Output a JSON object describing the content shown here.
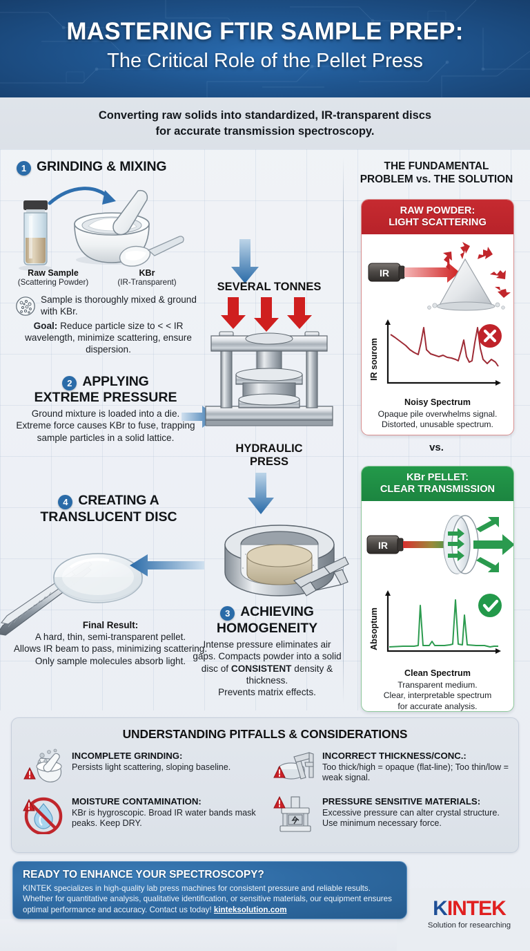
{
  "header": {
    "title_line1": "MASTERING FTIR SAMPLE PREP:",
    "title_line2": "The Critical Role of the Pellet Press"
  },
  "subtitle": {
    "line1": "Converting raw solids into standardized, IR-transparent discs",
    "line2": "for accurate transmission spectroscopy."
  },
  "steps": {
    "step1": {
      "number": "1",
      "title": "GRINDING & MIXING",
      "label_raw_sample": "Raw Sample",
      "label_raw_sample_sub": "(Scattering Powder)",
      "label_kbr": "KBr",
      "label_kbr_sub": "(IR-Transparent)",
      "note": "Sample is thoroughly mixed & ground with KBr.",
      "goal_prefix": "Goal:",
      "goal": " Reduce particle size to < < IR wavelength, minimize scattering, ensure dispersion."
    },
    "step2": {
      "number": "2",
      "title_line1": "APPLYING",
      "title_line2": "EXTREME PRESSURE",
      "body": "Ground mixture is loaded into a die.\nExtreme force causes KBr to fuse, trapping sample particles in a solid lattice."
    },
    "step3": {
      "number": "3",
      "title_line1": "ACHIEVING",
      "title_line2": "HOMOGENEITY",
      "body_a": "Intense pressure eliminates air gaps. Compacts powder into a solid disc of ",
      "body_bold": "CONSISTENT",
      "body_b": " density & thickness.",
      "body_c": "Prevents matrix effects."
    },
    "step4": {
      "number": "4",
      "title_line1": "CREATING A",
      "title_line2": "TRANSLUCENT DISC",
      "result_label": "Final Result:",
      "body_line1": "A hard, thin, semi-transparent pellet.",
      "body_line2": "Allows IR beam to pass, minimizing scattering.",
      "body_line3": "Only sample molecules absorb light."
    },
    "press": {
      "force_label": "SEVERAL TONNES",
      "machine_label_line1": "HYDRAULIC",
      "machine_label_line2": "PRESS"
    }
  },
  "comparison": {
    "heading_line1": "THE FUNDAMENTAL",
    "heading_line2": "PROBLEM vs. THE SOLUTION",
    "vs_label": "vs.",
    "problem": {
      "title_line1": "RAW POWDER:",
      "title_line2": "LIGHT SCATTERING",
      "source_label": "IR",
      "y_axis": "IR sourom",
      "chart_label": "Noisy Spectrum",
      "caption_line1": "Opaque pile overwhelms signal.",
      "caption_line2": "Distorted, unusable spectrum.",
      "status_icon": "cross-icon",
      "color": "#c0232a"
    },
    "solution": {
      "title_line1": "KBr PELLET:",
      "title_line2": "CLEAR TRANSMISSION",
      "source_label": "IR",
      "y_axis": "Absoptum",
      "chart_label": "Clean Spectrum",
      "caption_line1": "Transparent medium.",
      "caption_line2": "Clear, interpretable spectrum",
      "caption_line3": "for accurate analysis.",
      "status_icon": "check-icon",
      "color": "#1c8540"
    }
  },
  "pitfalls": {
    "heading": "UNDERSTANDING PITFALLS & CONSIDERATIONS",
    "items": [
      {
        "icon": "mortar-pestle-warning-icon",
        "title": "INCOMPLETE GRINDING:",
        "body": "Persists light scattering, sloping baseline."
      },
      {
        "icon": "caliper-disc-warning-icon",
        "title": "INCORRECT THICKNESS/CONC.:",
        "body": "Too thick/high = opaque (flat-line); Too thin/low = weak signal."
      },
      {
        "icon": "no-water-drop-icon",
        "title": "MOISTURE CONTAMINATION:",
        "body": "KBr is hygroscopic. Broad IR water bands mask peaks. Keep DRY."
      },
      {
        "icon": "press-crack-warning-icon",
        "title": "PRESSURE SENSITIVE MATERIALS:",
        "body": "Excessive pressure can alter crystal structure. Use minimum necessary force."
      }
    ]
  },
  "cta": {
    "heading": "READY TO ENHANCE YOUR SPECTROSCOPY?",
    "body": "KINTEK specializes in high-quality lab press machines for consistent pressure and reliable results. Whether for quantitative analysis, qualitative identification, or sensitive materials, our equipment ensures optimal performance and accuracy. Contact us today! ",
    "link": "kinteksolution.com"
  },
  "brand": {
    "name_k": "K",
    "name_rest": "INTEK",
    "tagline": "Solution for researching"
  },
  "chart_data": [
    {
      "type": "line",
      "title": "Noisy Spectrum",
      "xlabel": "",
      "ylabel": "IR sourom",
      "series": [
        {
          "name": "raw powder",
          "color": "#9e2b35",
          "x": [
            0,
            4,
            8,
            12,
            16,
            20,
            24,
            26,
            28,
            30,
            34,
            38,
            42,
            46,
            50,
            54,
            58,
            60,
            62,
            64,
            66,
            68,
            70,
            72,
            74,
            76,
            78,
            80,
            82,
            86,
            90,
            94,
            100
          ],
          "y": [
            76,
            72,
            66,
            60,
            56,
            52,
            48,
            62,
            88,
            58,
            52,
            50,
            48,
            50,
            47,
            46,
            44,
            42,
            58,
            78,
            50,
            40,
            42,
            70,
            96,
            62,
            44,
            34,
            30,
            38,
            34,
            28,
            24
          ]
        }
      ],
      "grid": false,
      "legend": false
    },
    {
      "type": "line",
      "title": "Clean Spectrum",
      "xlabel": "",
      "ylabel": "Absoptum",
      "series": [
        {
          "name": "kbr pellet",
          "color": "#2c9b4f",
          "x": [
            0,
            8,
            16,
            22,
            24,
            26,
            28,
            30,
            36,
            40,
            42,
            44,
            48,
            56,
            60,
            62,
            64,
            66,
            70,
            72,
            74,
            76,
            78,
            84,
            90,
            96,
            100
          ],
          "y": [
            8,
            9,
            9,
            10,
            40,
            88,
            40,
            11,
            10,
            18,
            12,
            10,
            10,
            10,
            34,
            96,
            42,
            12,
            12,
            60,
            72,
            36,
            12,
            10,
            12,
            11,
            11
          ]
        }
      ],
      "grid": false,
      "legend": false
    }
  ]
}
